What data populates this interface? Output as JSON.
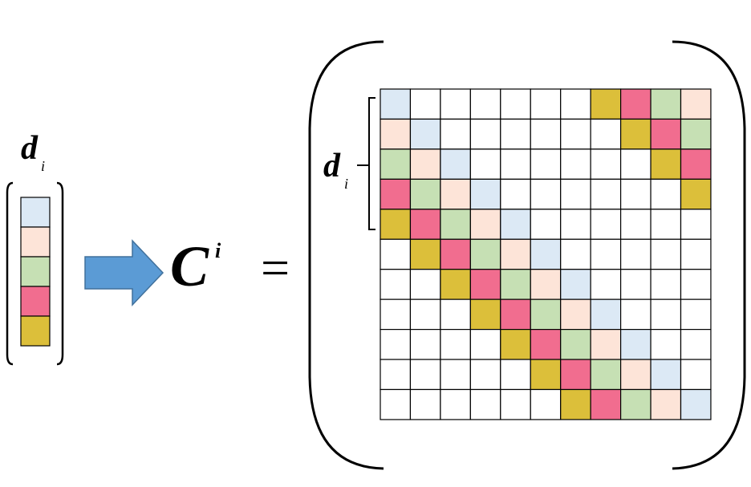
{
  "vector": {
    "label": "d",
    "subscript": "i",
    "cells": [
      "c1",
      "c2",
      "c3",
      "c4",
      "c5"
    ]
  },
  "arrow": {
    "color": "#5b9bd5"
  },
  "result": {
    "label": "C",
    "superscript": "i",
    "equals": "="
  },
  "matrix": {
    "size": 11,
    "bracket_label": "d",
    "bracket_subscript": "i",
    "band": [
      {
        "row": 0,
        "col": 0,
        "c": "c1"
      },
      {
        "row": 0,
        "col": 7,
        "c": "c5"
      },
      {
        "row": 0,
        "col": 8,
        "c": "c4"
      },
      {
        "row": 0,
        "col": 9,
        "c": "c3"
      },
      {
        "row": 0,
        "col": 10,
        "c": "c2"
      },
      {
        "row": 1,
        "col": 0,
        "c": "c2"
      },
      {
        "row": 1,
        "col": 1,
        "c": "c1"
      },
      {
        "row": 1,
        "col": 8,
        "c": "c5"
      },
      {
        "row": 1,
        "col": 9,
        "c": "c4"
      },
      {
        "row": 1,
        "col": 10,
        "c": "c3"
      },
      {
        "row": 2,
        "col": 0,
        "c": "c3"
      },
      {
        "row": 2,
        "col": 1,
        "c": "c2"
      },
      {
        "row": 2,
        "col": 2,
        "c": "c1"
      },
      {
        "row": 2,
        "col": 9,
        "c": "c5"
      },
      {
        "row": 2,
        "col": 10,
        "c": "c4"
      },
      {
        "row": 3,
        "col": 0,
        "c": "c4"
      },
      {
        "row": 3,
        "col": 1,
        "c": "c3"
      },
      {
        "row": 3,
        "col": 2,
        "c": "c2"
      },
      {
        "row": 3,
        "col": 3,
        "c": "c1"
      },
      {
        "row": 3,
        "col": 10,
        "c": "c5"
      },
      {
        "row": 4,
        "col": 0,
        "c": "c5"
      },
      {
        "row": 4,
        "col": 1,
        "c": "c4"
      },
      {
        "row": 4,
        "col": 2,
        "c": "c3"
      },
      {
        "row": 4,
        "col": 3,
        "c": "c2"
      },
      {
        "row": 4,
        "col": 4,
        "c": "c1"
      },
      {
        "row": 5,
        "col": 1,
        "c": "c5"
      },
      {
        "row": 5,
        "col": 2,
        "c": "c4"
      },
      {
        "row": 5,
        "col": 3,
        "c": "c3"
      },
      {
        "row": 5,
        "col": 4,
        "c": "c2"
      },
      {
        "row": 5,
        "col": 5,
        "c": "c1"
      },
      {
        "row": 6,
        "col": 2,
        "c": "c5"
      },
      {
        "row": 6,
        "col": 3,
        "c": "c4"
      },
      {
        "row": 6,
        "col": 4,
        "c": "c3"
      },
      {
        "row": 6,
        "col": 5,
        "c": "c2"
      },
      {
        "row": 6,
        "col": 6,
        "c": "c1"
      },
      {
        "row": 7,
        "col": 3,
        "c": "c5"
      },
      {
        "row": 7,
        "col": 4,
        "c": "c4"
      },
      {
        "row": 7,
        "col": 5,
        "c": "c3"
      },
      {
        "row": 7,
        "col": 6,
        "c": "c2"
      },
      {
        "row": 7,
        "col": 7,
        "c": "c1"
      },
      {
        "row": 8,
        "col": 4,
        "c": "c5"
      },
      {
        "row": 8,
        "col": 5,
        "c": "c4"
      },
      {
        "row": 8,
        "col": 6,
        "c": "c3"
      },
      {
        "row": 8,
        "col": 7,
        "c": "c2"
      },
      {
        "row": 8,
        "col": 8,
        "c": "c1"
      },
      {
        "row": 9,
        "col": 5,
        "c": "c5"
      },
      {
        "row": 9,
        "col": 6,
        "c": "c4"
      },
      {
        "row": 9,
        "col": 7,
        "c": "c3"
      },
      {
        "row": 9,
        "col": 8,
        "c": "c2"
      },
      {
        "row": 9,
        "col": 9,
        "c": "c1"
      },
      {
        "row": 10,
        "col": 6,
        "c": "c5"
      },
      {
        "row": 10,
        "col": 7,
        "c": "c4"
      },
      {
        "row": 10,
        "col": 8,
        "c": "c3"
      },
      {
        "row": 10,
        "col": 9,
        "c": "c2"
      },
      {
        "row": 10,
        "col": 10,
        "c": "c1"
      }
    ]
  },
  "colors": {
    "c1": "#dce9f5",
    "c2": "#fde4d8",
    "c3": "#c6e0b4",
    "c4": "#f16d8f",
    "c5": "#dcbf3a",
    "empty": "#ffffff",
    "grid": "#000000"
  }
}
